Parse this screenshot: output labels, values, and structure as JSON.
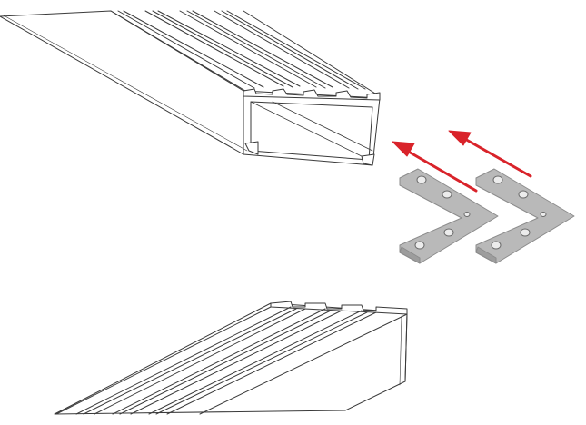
{
  "figure": {
    "subject": "",
    "colors": {
      "line": "#3a3a3a",
      "profile_fill": "#ffffff",
      "bracket_fill": "#b9b9b9",
      "bracket_edge": "#8c8c8c",
      "hole_fill": "#ececec",
      "arrow": "#d9232a"
    },
    "parts": [
      {
        "id": "upper-profile",
        "kind": "aluminium-profile"
      },
      {
        "id": "lower-profile",
        "kind": "aluminium-profile"
      },
      {
        "id": "bracket-1",
        "kind": "l-bracket",
        "holes": 5
      },
      {
        "id": "bracket-2",
        "kind": "l-bracket",
        "holes": 5
      }
    ],
    "arrows": [
      {
        "id": "arrow-1",
        "direction": "up-left"
      },
      {
        "id": "arrow-2",
        "direction": "up-left"
      }
    ]
  }
}
